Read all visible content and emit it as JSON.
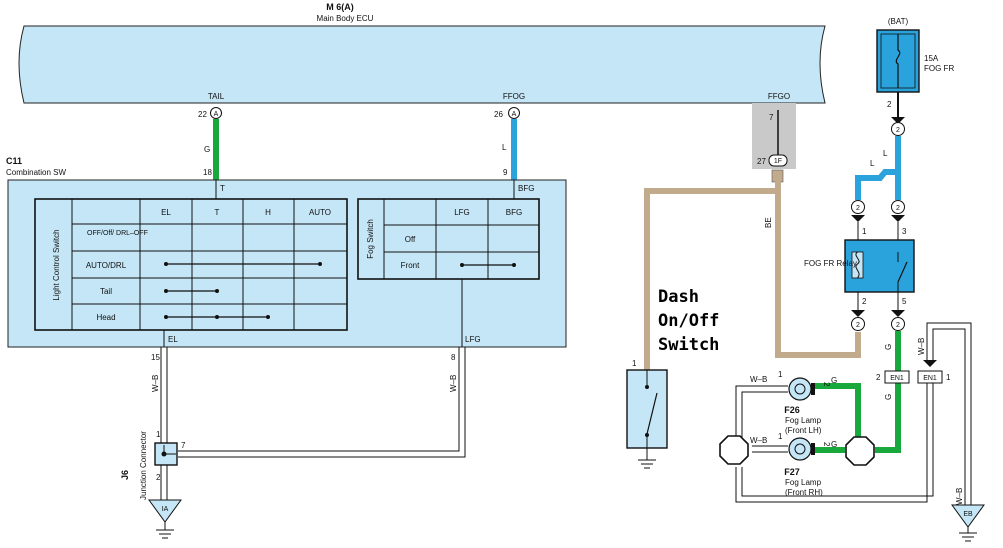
{
  "colors": {
    "module_fill": "#c5e6f6",
    "green_wire": "#18a83c",
    "blue_wire": "#2aa2dc",
    "beige_wire": "#c2ab8c",
    "grey_block": "#c9c9c9"
  },
  "ecu": {
    "code": "M 6(A)",
    "name": "Main Body ECU",
    "pins": [
      {
        "num": "22",
        "conn": "A",
        "signal": "TAIL"
      },
      {
        "num": "26",
        "conn": "A",
        "signal": "FFOG"
      }
    ],
    "ffgo_label": "FFGO",
    "ffgo_pin": "7",
    "ffgo_pin2": "27",
    "ffgo_conn": "1F"
  },
  "wires": {
    "tail_color": "G",
    "ffog_color": "L",
    "be_label": "BE",
    "wb_label": "W–B",
    "l_label": "L",
    "g_label": "G"
  },
  "combo_sw": {
    "code": "C11",
    "name": "Combination SW",
    "pin_t": "18",
    "pin_t_name": "T",
    "pin_bfg": "9",
    "pin_bfg_name": "BFG",
    "pin_el": "15",
    "pin_el_name": "EL",
    "pin_lfg": "8",
    "pin_lfg_name": "LFG"
  },
  "light_control": {
    "title": "Light Control Switch",
    "headers": [
      "EL",
      "T",
      "H",
      "AUTO"
    ],
    "rows": [
      "OFF/Off/ DRL–OFF",
      "AUTO/DRL",
      "Tail",
      "Head"
    ]
  },
  "fog_switch": {
    "title": "Fog Switch",
    "headers": [
      "LFG",
      "BFG"
    ],
    "rows": [
      "Off",
      "Front"
    ]
  },
  "junction": {
    "code": "J6",
    "name": "Junction Connector",
    "pin1": "1",
    "pin2": "2",
    "pin7": "7",
    "ground": "IA"
  },
  "fuse": {
    "bat": "(BAT)",
    "rating": "15A",
    "name": "FOG FR",
    "pin": "2",
    "conn": "2"
  },
  "relay": {
    "name": "FOG FR Relay",
    "pins": [
      "1",
      "3",
      "2",
      "5"
    ],
    "conn": "2"
  },
  "lamps": {
    "lh_code": "F26",
    "lh_name": "Fog Lamp (Front LH)",
    "rh_code": "F27",
    "rh_name": "Fog Lamp (Front RH)",
    "pin1": "1",
    "pin2": "2"
  },
  "connectors": {
    "en1": "EN1",
    "en1_pin2": "2",
    "en1_pin1": "1",
    "eb": "EB"
  },
  "dash_switch": {
    "label_lines": [
      "Dash",
      "On/Off",
      "Switch"
    ],
    "pin": "1"
  }
}
